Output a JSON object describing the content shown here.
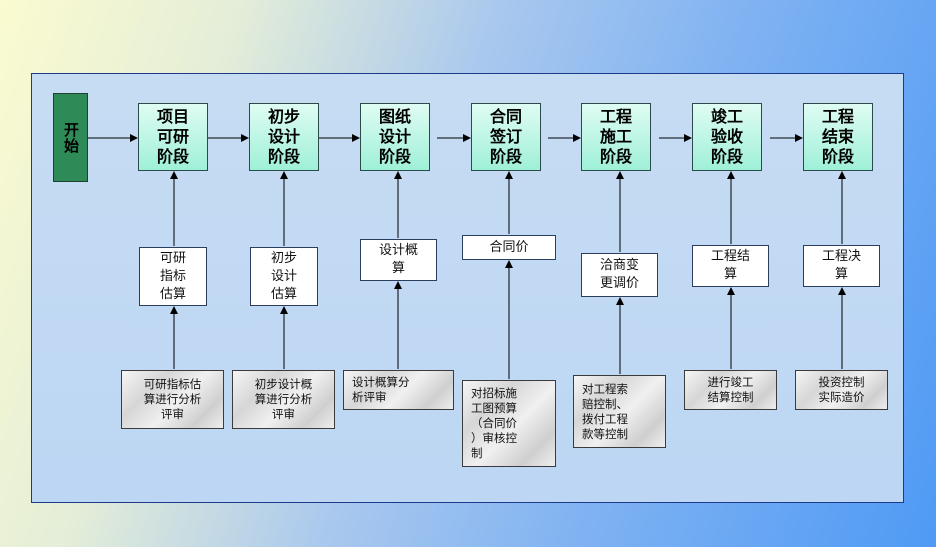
{
  "start": {
    "label": "开始"
  },
  "phases": [
    {
      "label": "项目\n可研\n阶段"
    },
    {
      "label": "初步\n设计\n阶段"
    },
    {
      "label": "图纸\n设计\n阶段"
    },
    {
      "label": "合同\n签订\n阶段"
    },
    {
      "label": "工程\n施工\n阶段"
    },
    {
      "label": "竣工\n验收\n阶段"
    },
    {
      "label": "工程\n结束\n阶段"
    }
  ],
  "estimates": [
    {
      "label": "可研\n指标\n估算"
    },
    {
      "label": "初步\n设计\n估算"
    },
    {
      "label": "设计概\n算"
    },
    {
      "label": "合同价"
    },
    {
      "label": "洽商变\n更调价"
    },
    {
      "label": "工程结\n算"
    },
    {
      "label": "工程决\n算"
    }
  ],
  "controls": [
    {
      "label": "可研指标估\n算进行分析\n评审"
    },
    {
      "label": "初步设计概\n算进行分析\n评审"
    },
    {
      "label": "设计概算分\n析评审"
    },
    {
      "label": "对招标施\n工图预算\n（合同价\n）审核控\n制"
    },
    {
      "label": "对工程索\n赔控制、\n拨付工程\n款等控制"
    },
    {
      "label": "进行竣工\n结算控制"
    },
    {
      "label": "投资控制\n实际造价"
    }
  ]
}
